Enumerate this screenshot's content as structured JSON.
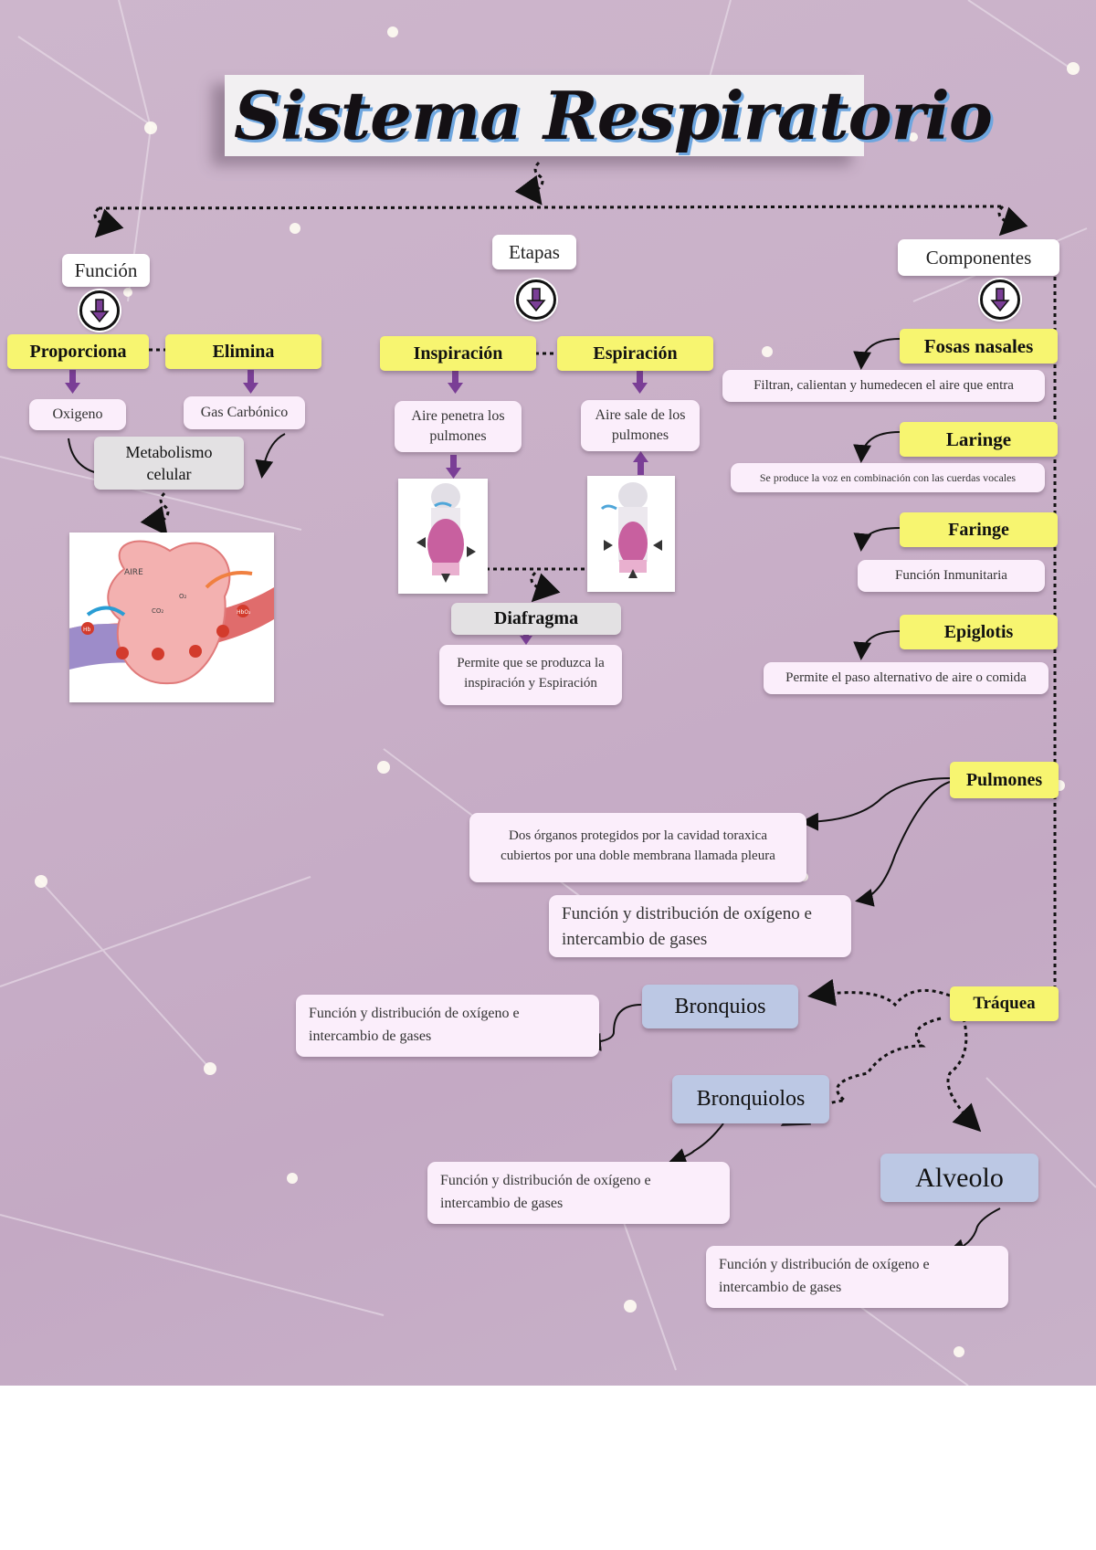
{
  "title": "Sistema Respiratorio",
  "colors": {
    "background": "#c9b0c8",
    "yellow": "#f7f570",
    "pink": "#fbeefb",
    "blue": "#bcc8e4",
    "gray": "#e3e1e3",
    "arrow_purple": "#7a3e96"
  },
  "funcion": {
    "heading": "Función",
    "items": [
      {
        "label": "Proporciona",
        "value": "Oxigeno"
      },
      {
        "label": "Elimina",
        "value": "Gas Carbónico"
      }
    ],
    "result": "Metabolismo celular",
    "image_icon": "alveolus-gas-exchange-illustration",
    "image_labels": {
      "aire": "AIRE",
      "hb": "Hb",
      "co2": "CO₂",
      "o2": "O₂",
      "hbo2": "HbO₂"
    }
  },
  "etapas": {
    "heading": "Etapas",
    "items": [
      {
        "label": "Inspiración",
        "desc": "Aire penetra los pulmones",
        "image_icon": "inspiration-torso-icon"
      },
      {
        "label": "Espiración",
        "desc": "Aire sale de los pulmones",
        "image_icon": "expiration-torso-icon"
      }
    ],
    "diafragma": {
      "label": "Diafragma",
      "desc": "Permite que se produzca la inspiración y Espiración"
    }
  },
  "componentes": {
    "heading": "Componentes",
    "items": [
      {
        "label": "Fosas nasales",
        "desc": "Filtran, calientan y humedecen el aire que entra"
      },
      {
        "label": "Laringe",
        "desc": "Se produce la voz en combinación con las cuerdas vocales"
      },
      {
        "label": "Faringe",
        "desc": "Función Inmunitaria"
      },
      {
        "label": "Epiglotis",
        "desc": "Permite el paso alternativo de aire o comida"
      },
      {
        "label": "Pulmones",
        "desc": "Dos órganos protegidos por la cavidad toraxica cubiertos por una doble membrana llamada pleura",
        "desc2": "Función y distribución de oxígeno e intercambio de gases"
      },
      {
        "label": "Tráquea"
      }
    ],
    "branches": [
      {
        "label": "Bronquios",
        "desc": "Función y distribución de oxígeno e intercambio de gases"
      },
      {
        "label": "Bronquiolos",
        "desc": "Función y distribución de oxígeno e intercambio de gases"
      },
      {
        "label": "Alveolo",
        "desc": "Función y distribución de oxígeno e intercambio de gases"
      }
    ]
  }
}
